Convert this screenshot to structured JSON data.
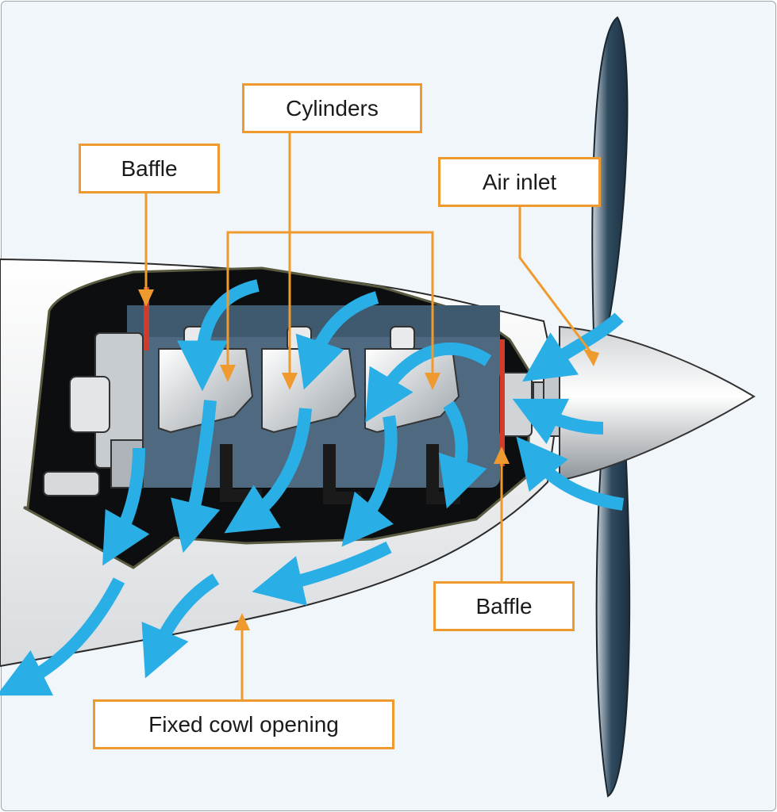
{
  "labels": {
    "cylinders": "Cylinders",
    "baffle_top": "Baffle",
    "air_inlet": "Air inlet",
    "baffle_bottom": "Baffle",
    "fixed_cowl_opening": "Fixed cowl opening"
  },
  "colors": {
    "label_border": "#ef9a2e",
    "leader_line": "#ef9a2e",
    "airflow": "#29aee6",
    "baffle": "#d23a2a",
    "engine_body": "#4f6a80",
    "cowling": "#f4f4f2",
    "propeller": "#2f4a5e",
    "background": "#f1f6fa"
  },
  "icons": {
    "airflow": "airflow-arrow-icon",
    "propeller": "propeller-icon",
    "spinner": "spinner-cone-icon"
  }
}
